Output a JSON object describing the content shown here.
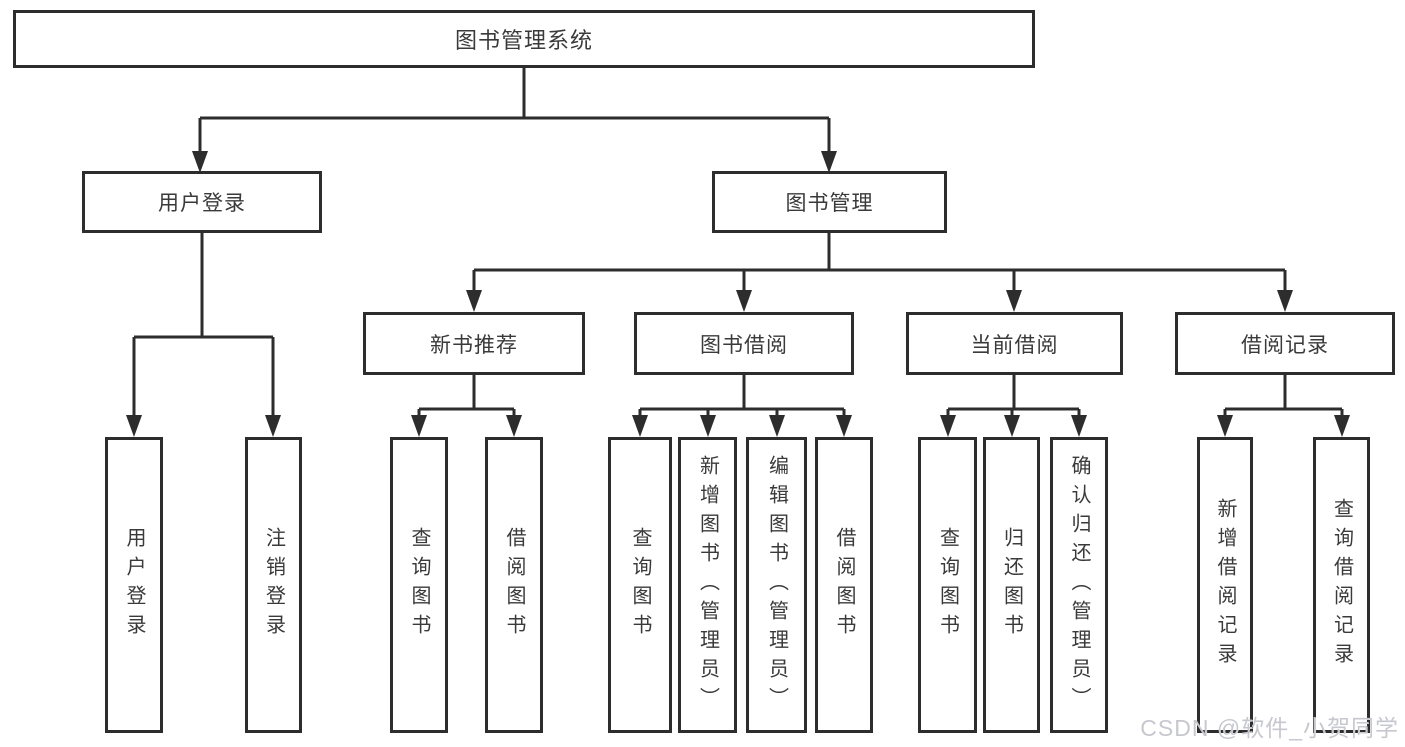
{
  "diagram_type": "hierarchy-tree",
  "tree": {
    "label": "图书管理系统",
    "children": [
      {
        "label": "用户登录",
        "children": [
          {
            "label": "用户登录"
          },
          {
            "label": "注销登录"
          }
        ]
      },
      {
        "label": "图书管理",
        "children": [
          {
            "label": "新书推荐",
            "children": [
              {
                "label": "查询图书"
              },
              {
                "label": "借阅图书"
              }
            ]
          },
          {
            "label": "图书借阅",
            "children": [
              {
                "label": "查询图书"
              },
              {
                "label": "新增图书（管理员）"
              },
              {
                "label": "编辑图书（管理员）"
              },
              {
                "label": "借阅图书"
              }
            ]
          },
          {
            "label": "当前借阅",
            "children": [
              {
                "label": "查询图书"
              },
              {
                "label": "归还图书"
              },
              {
                "label": "确认归还（管理员）"
              }
            ]
          },
          {
            "label": "借阅记录",
            "children": [
              {
                "label": "新增借阅记录"
              },
              {
                "label": "查询借阅记录"
              }
            ]
          }
        ]
      }
    ]
  },
  "watermark": "CSDN @软件_小贺同学",
  "colors": {
    "line": "#2d2d2d",
    "box_background": "#ffffff",
    "text": "#3a3a3a",
    "watermark": "#c7c7d0"
  }
}
